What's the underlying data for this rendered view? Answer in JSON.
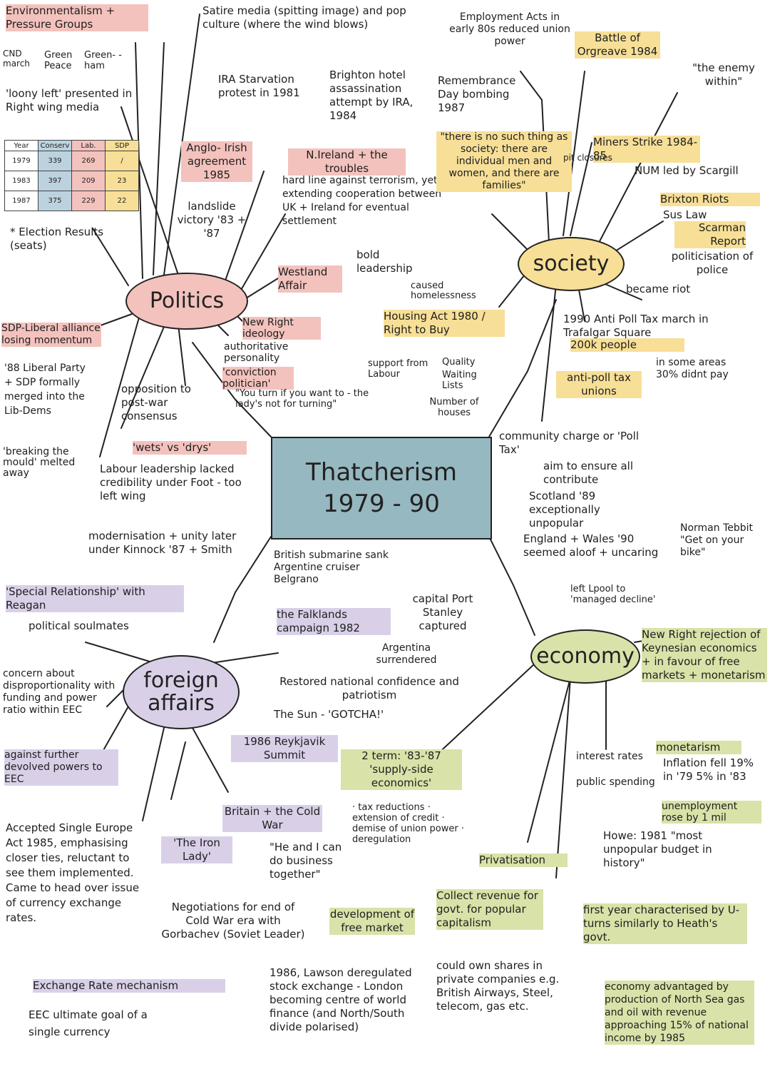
{
  "central": {
    "title": "Thatcherism",
    "years": "1979 - 90"
  },
  "nodes": {
    "politics": "Politics",
    "society": "society",
    "foreign": "foreign affairs",
    "economy": "economy"
  },
  "colors": {
    "pink": "#f3c2bd",
    "yellow": "#f7df97",
    "green": "#d9e2a8",
    "lilac": "#d9d0e8",
    "blue": "#96b8c0"
  },
  "election_table": {
    "headers": [
      "Year",
      "Conserv",
      "Lab.",
      "SDP"
    ],
    "rows": [
      [
        "1979",
        "339",
        "269",
        "/"
      ],
      [
        "1983",
        "397",
        "209",
        "23"
      ],
      [
        "1987",
        "375",
        "229",
        "22"
      ]
    ],
    "caption": "* Election Results (seats)"
  },
  "politics_notes": {
    "env_groups": "Environmentalism + Pressure Groups",
    "cnd": "CND march",
    "green_peace": "Green Peace",
    "greenham": "Green- -ham",
    "loony_left": "'loony left' presented in Right wing media",
    "satire": "Satire media (spitting image) and pop culture (where the wind blows)",
    "ira_starvation": "IRA Starvation protest in 1981",
    "brighton": "Brighton hotel assassination attempt by IRA, 1984",
    "anglo_irish": "Anglo- Irish agreement 1985",
    "landslide": "landslide victory '83 + '87",
    "n_ireland": "N.Ireland + the troubles",
    "n_ireland_detail": "hard line against terrorism, yet extending cooperation between UK + Ireland for eventual settlement",
    "westland": "Westland Affair",
    "bold": "bold leadership",
    "new_right": "New Right ideology",
    "authoritative": "authoritative personality",
    "conviction": "'conviction politician'",
    "not_for_turning": "\"You turn if you want to - the lady's not for turning\"",
    "sdp_liberal": "SDP-Liberal alliance losing momentum",
    "liberal_88": "'88 Liberal Party + SDP formally merged into the Lib-Dems",
    "opposition": "opposition to post-war consensus",
    "breaking_mould": "'breaking the mould' melted away",
    "wets_drys": "'wets' vs 'drys'",
    "labour_leadership": "Labour leadership lacked credibility under Foot - too left wing",
    "modernisation": "modernisation + unity later under Kinnock '87 + Smith"
  },
  "society_notes": {
    "employment_acts": "Employment Acts in early 80s reduced union power",
    "orgreave": "Battle of Orgreave 1984",
    "enemy_within": "\"the enemy within\"",
    "remembrance": "Remembrance Day bombing 1987",
    "no_such_thing": "\"there is no such thing as society: there are individual men and women, and there are families\"",
    "miners_strike": "Miners Strike 1984-85",
    "pit_closures": "pit closures",
    "num": "NUM led by Scargill",
    "brixton": "Brixton Riots",
    "sus_law": "Sus Law",
    "scarman": "Scarman Report",
    "politicisation": "politicisation of police",
    "became_riot": "became riot",
    "poll_tax_march": "1990 Anti Poll Tax march in Trafalgar Square",
    "two_hundred_k": "200k people",
    "anti_poll_unions": "anti-poll tax unions",
    "thirty_pct": "in some areas 30% didnt pay",
    "housing_act": "Housing Act 1980 / Right to Buy",
    "homelessness": "caused homelessness",
    "support_labour": "support from Labour",
    "quality": "Quality",
    "waiting_lists": "Waiting Lists",
    "number_houses": "Number of houses"
  },
  "economy_notes": {
    "community_charge": "community charge or 'Poll Tax'",
    "aim": "aim to ensure all contribute",
    "scotland": "Scotland '89 exceptionally unpopular",
    "england_wales": "England + Wales '90 seemed aloof + uncaring",
    "tebbit": "Norman Tebbit \"Get on your bike\"",
    "left_lpool": "left Lpool to 'managed decline'",
    "new_right_econ": "New Right rejection of Keynesian economics + in favour of free markets + monetarism",
    "monetarism": "monetarism",
    "inflation": "Inflation fell 19% in '79 5% in '83",
    "unemployment": "unemployment rose by 1 mil",
    "interest": "interest rates",
    "public_spending": "public spending",
    "howe": "Howe: 1981 \"most unpopular budget in history\"",
    "u_turns": "first year characterised by U-turns similarly to Heath's govt.",
    "north_sea": "economy advantaged by production of North Sea gas and oil with revenue approaching 15% of national income by 1985",
    "second_term": "2 term: '83-'87 'supply-side economics'",
    "supply_list": "· tax reductions · extension of credit · demise of union power · deregulation",
    "privatisation": "Privatisation",
    "collect_revenue": "Collect revenue for govt. for popular capitalism",
    "shares": "could own shares in private companies e.g. British Airways, Steel, telecom, gas etc.",
    "free_market": "development of free market",
    "lawson": "1986, Lawson deregulated stock exchange - London becoming centre of world finance (and North/South divide polarised)"
  },
  "foreign_notes": {
    "special_rel": "'Special Relationship' with Reagan",
    "soulmates": "political soulmates",
    "concern": "concern about disproportionality with funding and power ratio within EEC",
    "against_devolved": "against further devolved powers to EEC",
    "belgrano": "British submarine sank Argentine cruiser Belgrano",
    "falklands": "the Falklands campaign 1982",
    "stanley": "capital Port Stanley captured",
    "argentina": "Argentina surrendered",
    "confidence": "Restored national confidence and patriotism",
    "gotcha": "The Sun - 'GOTCHA!'",
    "reykjavik": "1986 Reykjavik Summit",
    "cold_war": "Britain + the Cold War",
    "iron_lady": "'The Iron Lady'",
    "business": "\"He and I can do business together\"",
    "negotiations": "Negotiations for end of Cold War era with Gorbachev (Soviet Leader)",
    "single_europe": "Accepted Single Europe Act 1985, emphasising closer ties, reluctant to see them implemented. Came to head over issue of currency exchange rates.",
    "erm": "Exchange Rate mechanism",
    "eec_goal": "EEC ultimate goal of a single currency"
  }
}
